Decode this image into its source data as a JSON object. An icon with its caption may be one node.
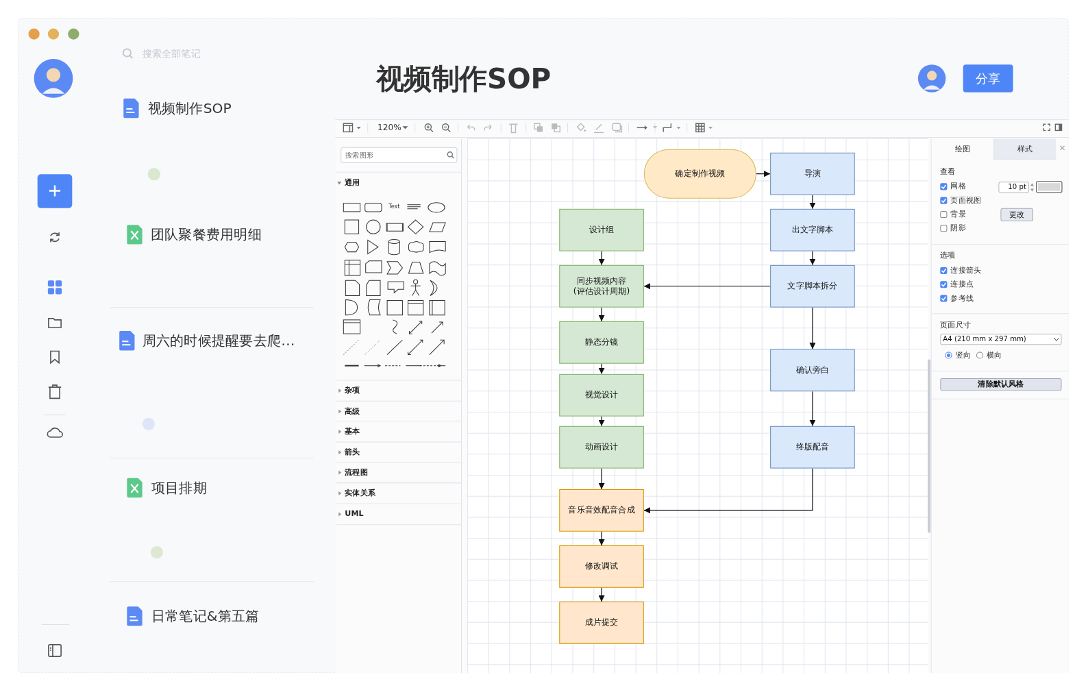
{
  "diagram": {
    "title": "视频制作SOP",
    "nodes": [
      {
        "text": [
          "确定制作视频"
        ]
      },
      {
        "text": [
          "导演"
        ]
      },
      {
        "text": [
          "设计组"
        ]
      },
      {
        "text": [
          "出文字脚本"
        ]
      },
      {
        "text": [
          "同步视频内容(评估设计周期)"
        ]
      },
      {
        "text": [
          "文字脚本拆分"
        ]
      },
      {
        "text": [
          "静态分镜"
        ]
      },
      {
        "text": [
          "确认旁白"
        ]
      },
      {
        "text": [
          "视觉设计"
        ]
      },
      {
        "text": [
          "动画设计"
        ]
      },
      {
        "text": [
          "终版配音"
        ]
      },
      {
        "text": [
          "音乐音效配音合成"
        ]
      },
      {
        "text": [
          "修改调试"
        ]
      },
      {
        "text": [
          "成片提交"
        ]
      }
    ],
    "edges": [
      {
        "from": 0,
        "to": 1,
        "arrow": "to"
      },
      {
        "from": 1,
        "to": 3,
        "arrow": "to"
      },
      {
        "from": 3,
        "to": 5,
        "arrow": "to"
      },
      {
        "from": 5,
        "to": 4,
        "arrow": "to"
      },
      {
        "from": 2,
        "to": 4,
        "arrow": "to"
      },
      {
        "from": 4,
        "to": 6,
        "arrow": "to"
      },
      {
        "from": 6,
        "to": 8,
        "arrow": "to"
      },
      {
        "from": 8,
        "to": 9,
        "arrow": "to"
      },
      {
        "from": 9,
        "to": 11,
        "arrow": "to"
      },
      {
        "from": 5,
        "to": 7,
        "arrow": "to"
      },
      {
        "from": 7,
        "to": 10,
        "arrow": "to"
      },
      {
        "from": 10,
        "to": 11,
        "arrow": "to"
      },
      {
        "from": 11,
        "to": 12,
        "arrow": "to"
      },
      {
        "from": 12,
        "to": 13,
        "arrow": "to"
      }
    ],
    "labels": [
      "搜索全部笔记",
      "视频制作SOP",
      "团队聚餐费用明细",
      "周六的时候提醒要去爬…",
      "项目排期",
      "日常笔记&第五篇",
      "分享",
      "120%",
      "搜索图形",
      "通用",
      "Text",
      "杂项",
      "高级",
      "基本",
      "箭头",
      "流程图",
      "实体关系",
      "UML",
      "绘图",
      "样式",
      "查看",
      "网格",
      "10 pt",
      "页面视图",
      "背景",
      "更改",
      "阴影",
      "选项",
      "连接箭头",
      "连接点",
      "参考线",
      "页面尺寸",
      "A4 (210 mm x 297 mm)",
      "竖向",
      "横向",
      "清除默认风格"
    ]
  }
}
